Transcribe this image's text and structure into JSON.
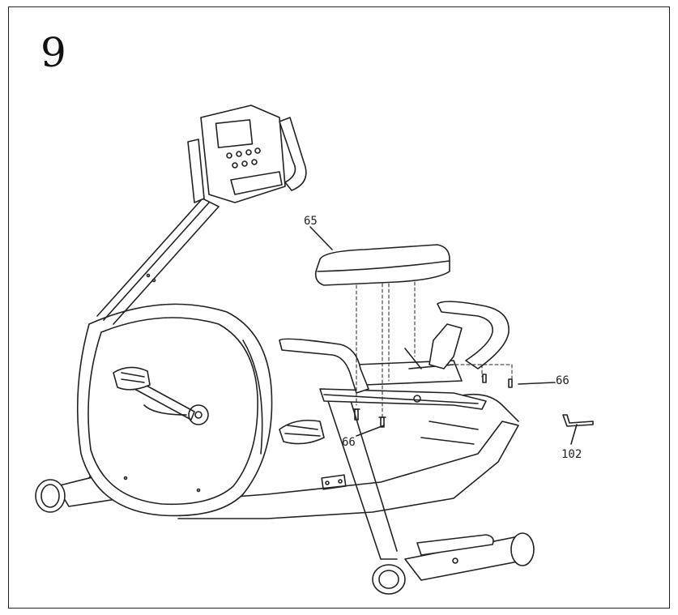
{
  "step_number": "9",
  "callouts": {
    "seat": "65",
    "bolt_right": "66",
    "bolt_left": "66",
    "allen_key": "102"
  },
  "colors": {
    "line": "#222222",
    "background": "#ffffff"
  }
}
